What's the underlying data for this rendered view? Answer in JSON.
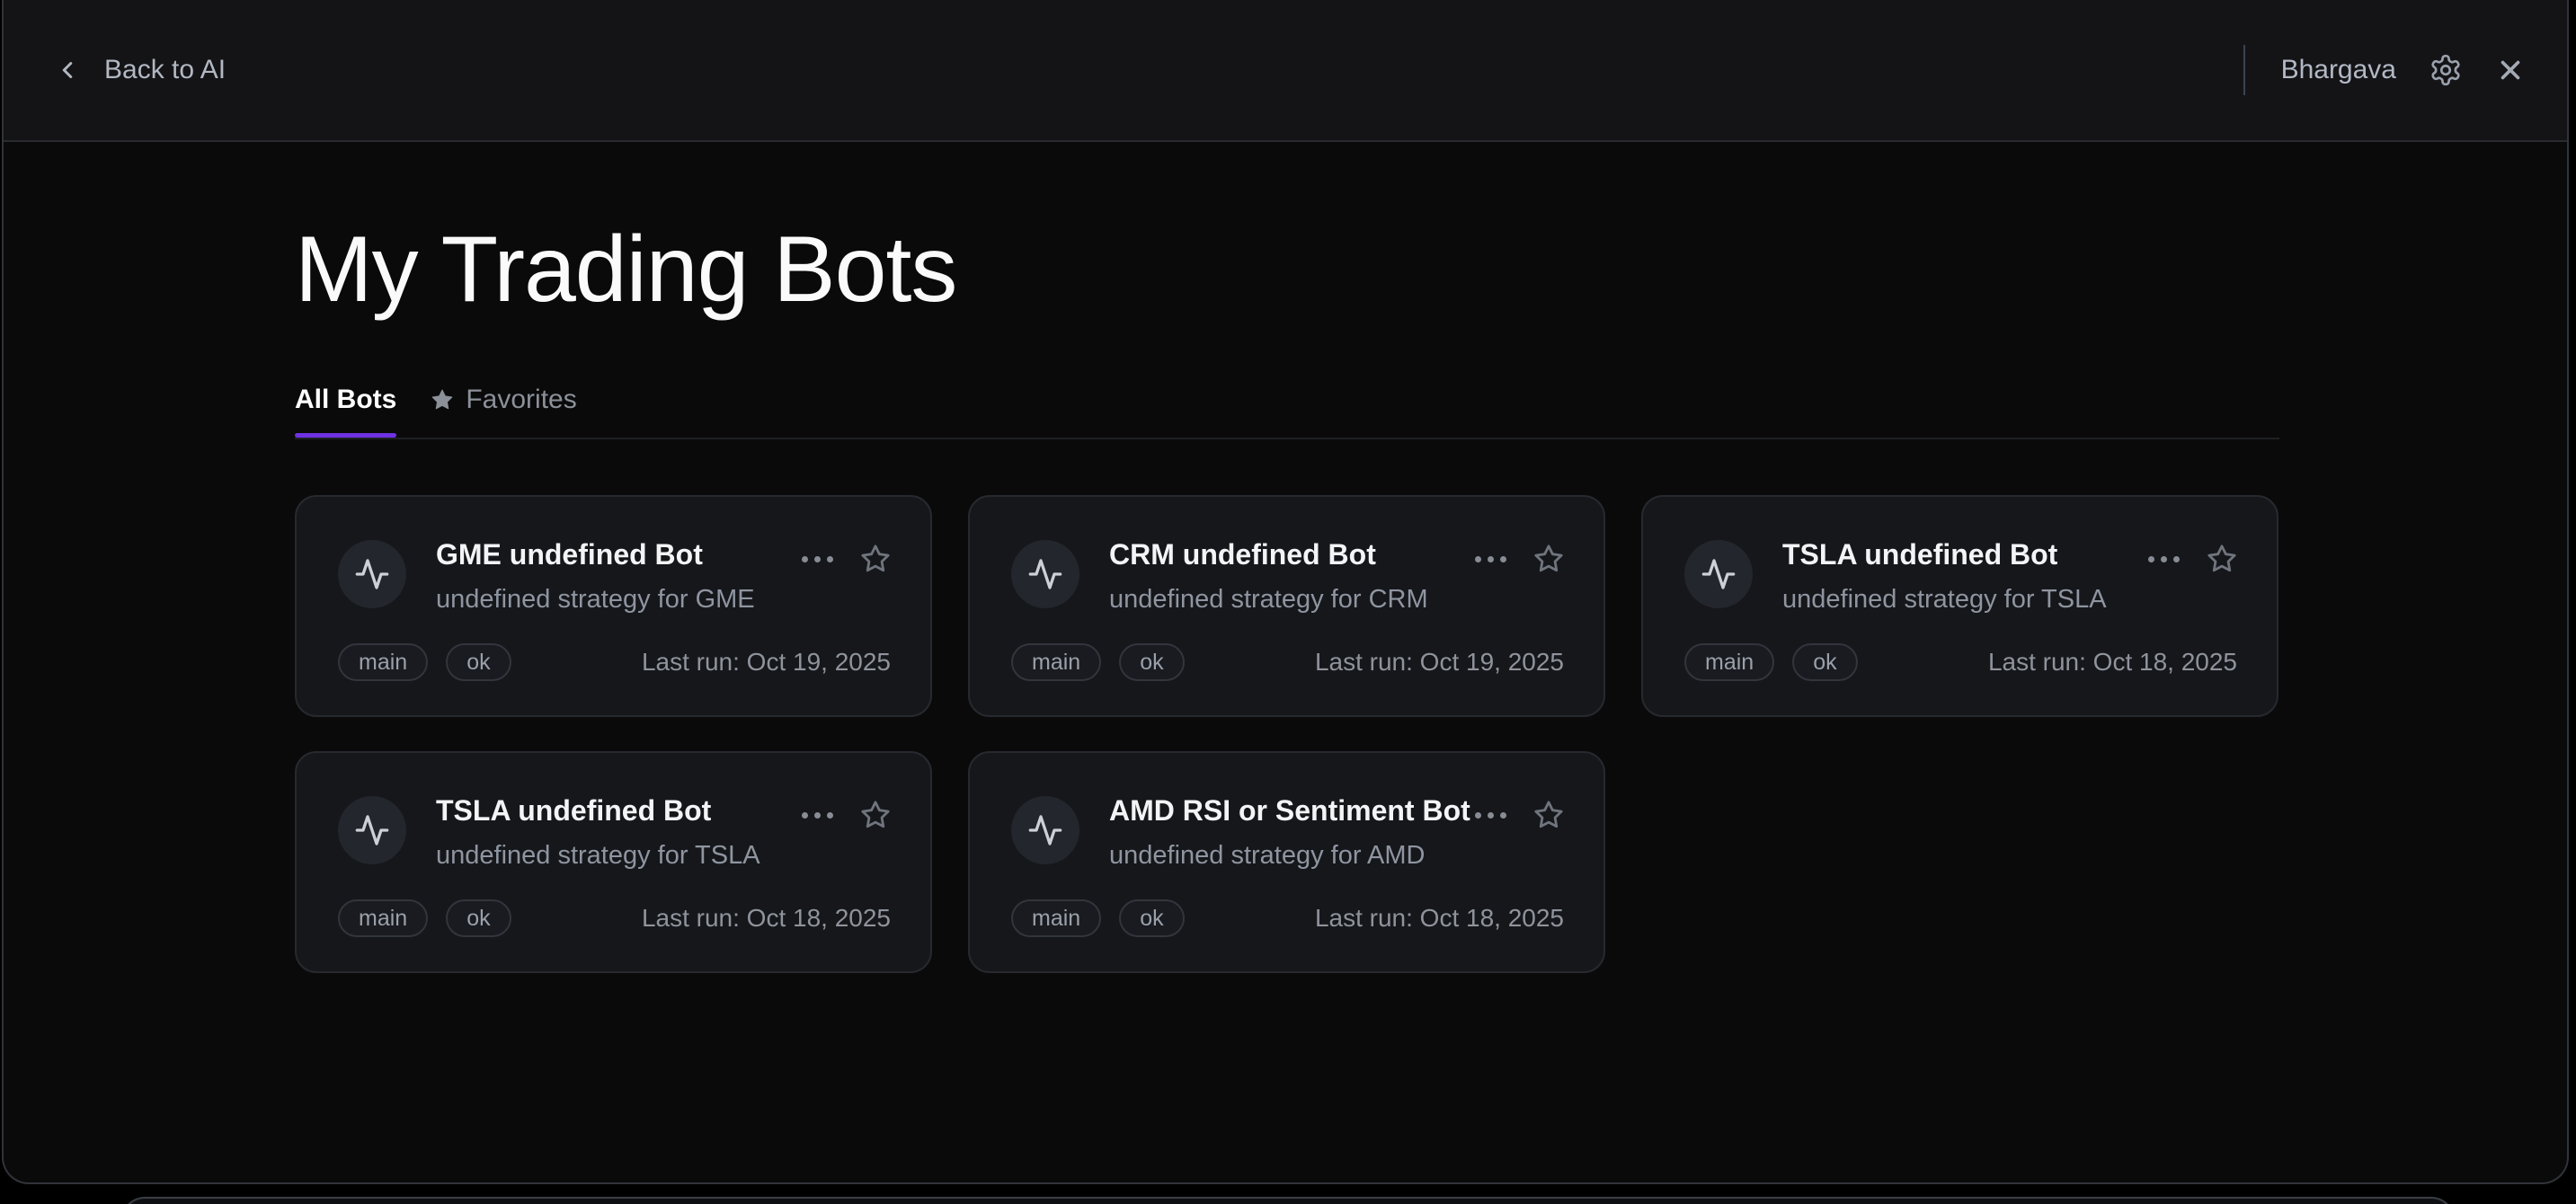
{
  "topbar": {
    "back_label": "Back to AI",
    "back_icon": "chevron-left-icon",
    "user_name": "Bhargava",
    "settings_icon": "gear-icon",
    "close_icon": "close-icon"
  },
  "page": {
    "title": "My Trading Bots"
  },
  "tabs": {
    "all_bots": {
      "label": "All Bots",
      "active": true
    },
    "favorites": {
      "label": "Favorites",
      "active": false,
      "icon": "star-icon"
    }
  },
  "colors": {
    "accent_purple": "#6e32e3",
    "window_background": "#0a0a0b",
    "topbar_background": "#141417",
    "card_background": "#15171b",
    "card_border": "#26292e"
  },
  "card_icons": {
    "avatar": "activity-icon",
    "menu": "more-horizontal-icon",
    "favorite": "star-icon"
  },
  "bots": [
    {
      "name": "GME undefined Bot",
      "description": "undefined strategy for GME",
      "badges": [
        "main",
        "ok"
      ],
      "last_run": "Last run: Oct 19, 2025"
    },
    {
      "name": "CRM undefined Bot",
      "description": "undefined strategy for CRM",
      "badges": [
        "main",
        "ok"
      ],
      "last_run": "Last run: Oct 19, 2025"
    },
    {
      "name": "TSLA undefined Bot",
      "description": "undefined strategy for TSLA",
      "badges": [
        "main",
        "ok"
      ],
      "last_run": "Last run: Oct 18, 2025"
    },
    {
      "name": "TSLA undefined Bot",
      "description": "undefined strategy for TSLA",
      "badges": [
        "main",
        "ok"
      ],
      "last_run": "Last run: Oct 18, 2025"
    },
    {
      "name": "AMD RSI or Sentiment Bot",
      "description": "undefined strategy for AMD",
      "badges": [
        "main",
        "ok"
      ],
      "last_run": "Last run: Oct 18, 2025"
    }
  ]
}
